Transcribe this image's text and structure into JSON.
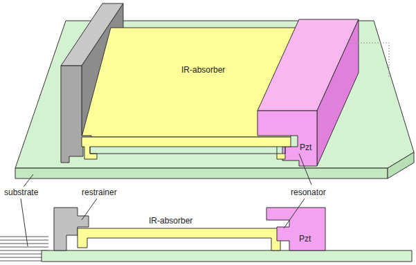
{
  "diagram": {
    "labels": [
      "IR-absorber",
      "Pzt",
      "substrate",
      "restrainer",
      "resonator",
      "IR-absorber",
      "Pzt"
    ]
  }
}
